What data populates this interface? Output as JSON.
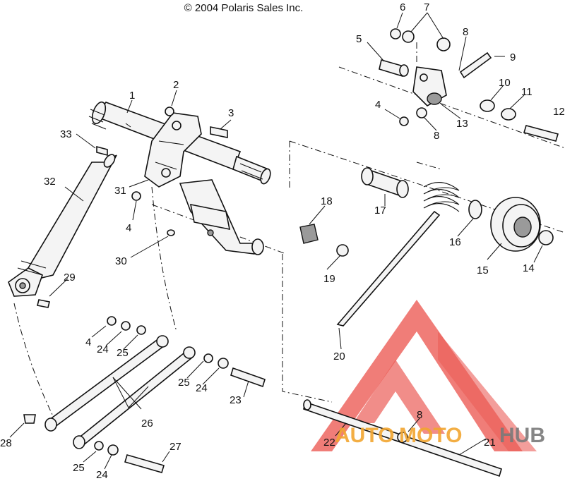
{
  "copyright": "© 2004 Polaris Sales Inc.",
  "callouts": {
    "n1": "1",
    "n2": "2",
    "n3": "3",
    "n4a": "4",
    "n4b": "4",
    "n4c": "4",
    "n5": "5",
    "n6": "6",
    "n7": "7",
    "n8a": "8",
    "n8b": "8",
    "n8c": "8",
    "n9": "9",
    "n10": "10",
    "n11": "11",
    "n12": "12",
    "n13": "13",
    "n14": "14",
    "n15": "15",
    "n16": "16",
    "n17": "17",
    "n18": "18",
    "n19": "19",
    "n20": "20",
    "n21": "21",
    "n22": "22",
    "n23": "23",
    "n24a": "24",
    "n24b": "24",
    "n24c": "24",
    "n25a": "25",
    "n25b": "25",
    "n25c": "25",
    "n26": "26",
    "n27": "27",
    "n28": "28",
    "n29": "29",
    "n30": "30",
    "n31": "31",
    "n32": "32",
    "n33": "33"
  },
  "watermark": {
    "part1": "AUTO",
    "part2": "MOTO",
    "part3": "HUB",
    "color_red": "#e8413a",
    "color_orange": "#f2a630",
    "color_gray": "#7a7a7a"
  }
}
